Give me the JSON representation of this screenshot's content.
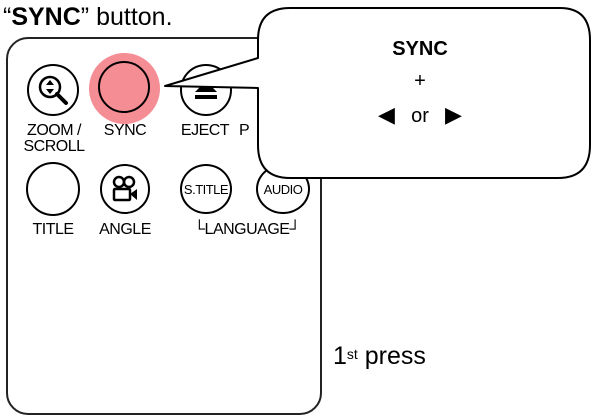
{
  "header": {
    "quote_open": "“",
    "button_word": "SYNC",
    "quote_close_suffix": "” button."
  },
  "remote": {
    "row1": [
      {
        "label_line1": "ZOOM /",
        "label_line2": "SCROLL",
        "icon": "zoom-scroll-icon"
      },
      {
        "label_line1": "SYNC",
        "icon": "none"
      },
      {
        "label_line1": "EJECT",
        "icon": "eject-icon"
      },
      {
        "label_line1": "P"
      }
    ],
    "row2": [
      {
        "label_line1": "TITLE"
      },
      {
        "label_line1": "ANGLE",
        "icon": "angle-camera-icon"
      },
      {
        "button_text": "S.TITLE"
      },
      {
        "button_text": "AUDIO"
      }
    ],
    "language_label": "└LANGUAGE┘"
  },
  "callout": {
    "line1": "SYNC",
    "line2": "+",
    "left_arrow": "◀",
    "or_text": "or",
    "right_arrow": "▶"
  },
  "press_note": {
    "number": "1",
    "suffix": "st",
    "word": " press"
  },
  "colors": {
    "highlight": "#f4878f",
    "ink": "#000000"
  }
}
